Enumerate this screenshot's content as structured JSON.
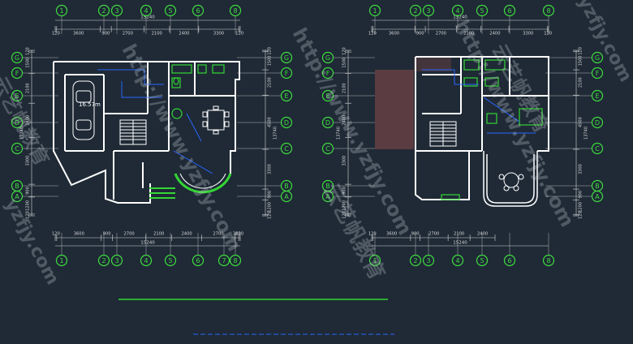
{
  "colors": {
    "background": "#1f2a36",
    "wall": "#ffffff",
    "dimension": "#d8d8d8",
    "axis_bubble": "#3fdc3f",
    "door_arc": "#33d633",
    "annotation": "#2a66ff",
    "stair": "#ffffff",
    "hatch": "#c06060"
  },
  "left_plan": {
    "top_axes": [
      "1",
      "2",
      "3",
      "4",
      "5",
      "6",
      "8"
    ],
    "bottom_axes": [
      "1",
      "2",
      "3",
      "4",
      "5",
      "6",
      "7",
      "8"
    ],
    "left_axes": [
      "G",
      "F",
      "E",
      "D",
      "C",
      "B",
      "A"
    ],
    "right_axes": [
      "G",
      "F",
      "E",
      "D",
      "C",
      "B",
      "A"
    ],
    "overall_width": "15240",
    "top_dims": [
      "120",
      "3600",
      "900",
      "2700",
      "2100",
      "2400",
      "3300",
      "120"
    ],
    "bottom_dims": [
      "120",
      "3600",
      "900",
      "2700",
      "2100",
      "2400",
      "2700",
      "300",
      "120"
    ],
    "left_dims": [
      "120",
      "1500",
      "2100",
      "2400",
      "3300",
      "900",
      "1200",
      "120"
    ],
    "left_overall": "13740",
    "right_dims": [
      "120",
      "1500",
      "2100",
      "4500",
      "3300",
      "900",
      "1200",
      "120"
    ],
    "right_overall": "13740",
    "room_label": "16.57m"
  },
  "right_plan": {
    "top_axes": [
      "1",
      "2",
      "3",
      "4",
      "5",
      "6",
      "8"
    ],
    "bottom_axes": [
      "1",
      "2",
      "3",
      "4",
      "5",
      "6",
      "8"
    ],
    "left_axes": [
      "G",
      "F",
      "E",
      "D",
      "C",
      "B",
      "A"
    ],
    "right_axes": [
      "G",
      "F",
      "E",
      "D",
      "C",
      "B",
      "A"
    ],
    "overall_width": "15240",
    "top_dims": [
      "120",
      "3600",
      "900",
      "2700",
      "2100",
      "2400",
      "3300",
      "120"
    ],
    "bottom_dims": [
      "120",
      "3600",
      "900",
      "2700",
      "2100",
      "2400"
    ],
    "left_dims": [
      "120",
      "1500",
      "2100",
      "2400",
      "3300",
      "900",
      "1200",
      "120"
    ],
    "left_overall": "13740",
    "right_dims": [
      "120",
      "1500",
      "2100",
      "4500",
      "3300",
      "900",
      "1200",
      "120"
    ],
    "right_overall": "13740"
  },
  "watermarks": {
    "url": "http://www.yzfjy.com",
    "brand": "云艺帆教育",
    "short": "yzfjy.com"
  }
}
